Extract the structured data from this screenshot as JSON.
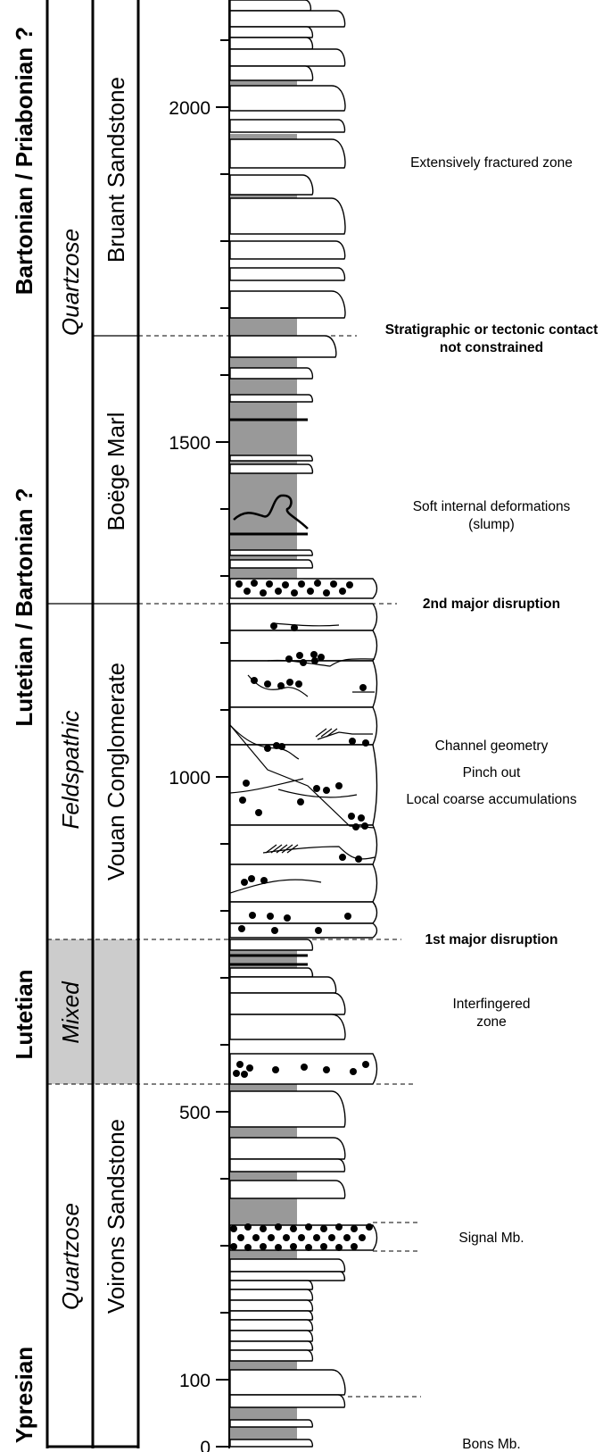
{
  "stages": [
    {
      "id": "ypresian",
      "label": "Ypresian"
    },
    {
      "id": "lutetian",
      "label": "Lutetian"
    },
    {
      "id": "lutetian-bartonian",
      "label": "Lutetian / Bartonian ?"
    },
    {
      "id": "bartonian-priabonian",
      "label": "Bartonian / Priabonian ?"
    }
  ],
  "petrofacies": [
    {
      "id": "quartzose-lower",
      "label": "Quartzose"
    },
    {
      "id": "mixed",
      "label": "Mixed"
    },
    {
      "id": "feldspathic",
      "label": "Feldspathic"
    },
    {
      "id": "quartzose-upper",
      "label": "Quartzose"
    }
  ],
  "formations": [
    {
      "id": "voirons",
      "label": "Voirons Sandstone"
    },
    {
      "id": "vouan",
      "label": "Vouan Conglomerate"
    },
    {
      "id": "boege",
      "label": "Boëge Marl"
    },
    {
      "id": "bruant",
      "label": "Bruant Sandstone"
    }
  ],
  "depth_axis": {
    "labeled_ticks": [
      "0",
      "100",
      "500",
      "1000",
      "1500",
      "2000"
    ]
  },
  "annotations": {
    "bons": "Bons Mb.",
    "signal": "Signal Mb.",
    "interfingered_1": "Interfingered",
    "interfingered_2": "zone",
    "first_disruption": "1st major disruption",
    "channel": "Channel geometry",
    "pinch": "Pinch out",
    "local": "Local coarse accumulations",
    "second_disruption": "2nd major disruption",
    "soft_1": "Soft internal deformations",
    "soft_2": "(slump)",
    "contact_1": "Stratigraphic or tectonic contact",
    "contact_2": "not constrained",
    "fractured": "Extensively fractured zone"
  },
  "colors": {
    "marl": "#999999",
    "mixed_zone": "#cccccc",
    "line": "#000000"
  }
}
